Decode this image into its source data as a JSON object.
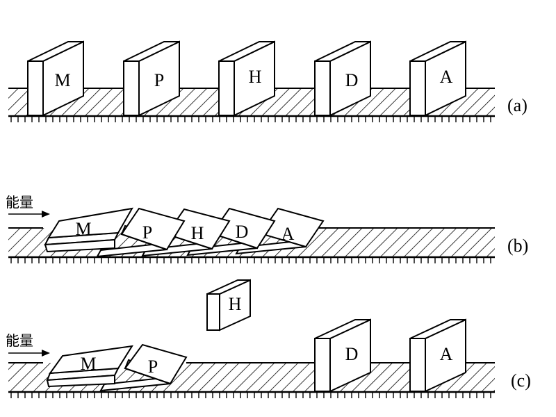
{
  "panels": [
    {
      "id": "a",
      "label": "(a)",
      "blocks": [
        {
          "letter": "M",
          "state": "upright"
        },
        {
          "letter": "P",
          "state": "upright"
        },
        {
          "letter": "H",
          "state": "upright"
        },
        {
          "letter": "D",
          "state": "upright"
        },
        {
          "letter": "A",
          "state": "upright"
        }
      ]
    },
    {
      "id": "b",
      "label": "(b)",
      "energy_label": "能量",
      "blocks": [
        {
          "letter": "M",
          "state": "fallen"
        },
        {
          "letter": "P",
          "state": "fallen"
        },
        {
          "letter": "H",
          "state": "fallen"
        },
        {
          "letter": "D",
          "state": "fallen"
        },
        {
          "letter": "A",
          "state": "fallen"
        }
      ]
    },
    {
      "id": "c",
      "label": "(c)",
      "energy_label": "能量",
      "blocks": [
        {
          "letter": "M",
          "state": "fallen"
        },
        {
          "letter": "P",
          "state": "fallen"
        },
        {
          "letter": "H",
          "state": "ejected"
        },
        {
          "letter": "D",
          "state": "upright"
        },
        {
          "letter": "A",
          "state": "upright"
        }
      ]
    }
  ],
  "colors": {
    "ink": "#000000",
    "face": "#ffffff"
  }
}
